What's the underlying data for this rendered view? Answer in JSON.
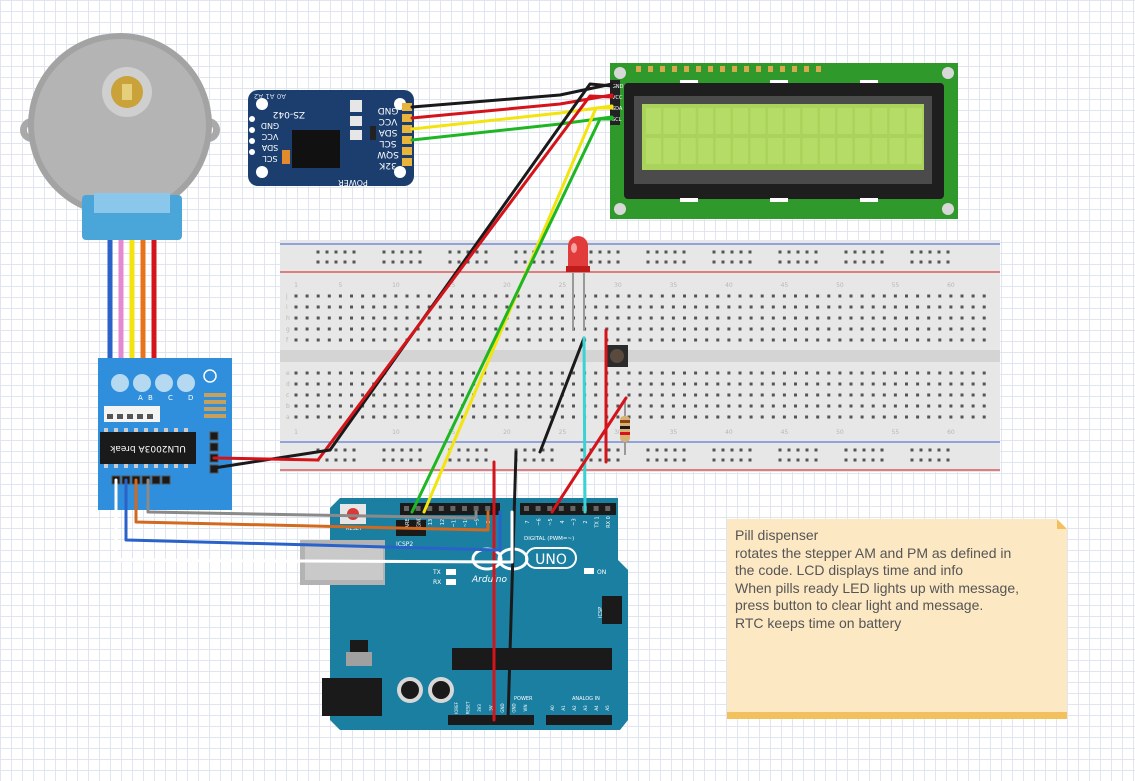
{
  "rtc": {
    "top_labels": "A0 A1 A2",
    "model": "ZS-042",
    "right_pins": [
      "GND",
      "VCC",
      "SDA",
      "SCL",
      "SQW",
      "32K"
    ],
    "left_pins": [
      "GND",
      "VCC",
      "SDA",
      "SCL"
    ],
    "power_label": "POWER"
  },
  "lcd": {
    "pins": [
      "GND",
      "VCC",
      "SDA",
      "SCL"
    ]
  },
  "driver": {
    "chip_label": "ULN2003A break",
    "leds": [
      "A",
      "B",
      "C",
      "D"
    ]
  },
  "breadboard": {
    "column_numbers": [
      "1",
      "5",
      "10",
      "15",
      "20",
      "25",
      "30",
      "35",
      "40",
      "45",
      "50",
      "55",
      "60"
    ],
    "row_letters_top": [
      "j",
      "i",
      "h",
      "g",
      "f"
    ],
    "row_letters_bottom": [
      "e",
      "d",
      "c",
      "b",
      "a"
    ]
  },
  "arduino": {
    "brand": "Arduino",
    "model": "UNO",
    "on_label": "ON",
    "tx_label": "TX",
    "rx_label": "RX",
    "reset_label": "RESET",
    "icsp2_label": "ICSP2",
    "icsp_label": "ICSP",
    "digital_label": "DIGITAL (PWM=~)",
    "digital_pins": [
      "AREF",
      "GND",
      "13",
      "12",
      "~11",
      "~10",
      "~9",
      "8",
      "7",
      "~6",
      "~5",
      "4",
      "~3",
      "2",
      "TX 1",
      "RX 0"
    ],
    "power_label": "POWER",
    "analog_label": "ANALOG IN",
    "power_pins": [
      "IOREF",
      "RESET",
      "3V3",
      "5V",
      "GND",
      "GND",
      "VIN"
    ],
    "analog_pins": [
      "A0",
      "A1",
      "A2",
      "A3",
      "A4",
      "A5"
    ]
  },
  "colors": {
    "wire_black": "#1a1a1a",
    "wire_red": "#d4141a",
    "wire_yellow": "#f2e40c",
    "wire_green": "#1fb623",
    "wire_cyan": "#3ad3d3",
    "wire_blue": "#2a62c9",
    "wire_orange": "#d2691e",
    "wire_gray": "#8a8a8a",
    "wire_white": "#ffffff",
    "arduino_board": "#1b7fa1",
    "lcd_board": "#2f9a2b",
    "lcd_screen": "#a9d35a",
    "rtc_board": "#1c3e6e",
    "driver_board": "#2f8fdc",
    "note_bg": "#fde8c4"
  },
  "note": {
    "lines": [
      "Pill dispenser",
      "rotates the stepper AM and PM as defined in",
      "the code. LCD displays time and info",
      "When pills ready LED lights up with message,",
      "press button to clear light and message.",
      "RTC keeps time on battery"
    ]
  }
}
